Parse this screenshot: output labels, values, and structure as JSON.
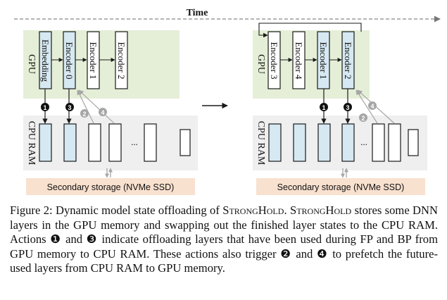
{
  "timeline": {
    "label": "Time"
  },
  "colors": {
    "gpu_bg": "#e5efd7",
    "cpu_bg": "#efefef",
    "storage_bg": "#f9e1cf",
    "layer_blue": "#d6e8f1",
    "layer_stroke": "#1a1a1a",
    "prefetch_gray": "#a6a6a6",
    "timeline_gray": "#888888"
  },
  "left_panel": {
    "gpu_label": "GPU",
    "cpu_label": "CPU RAM",
    "storage_label": "Secondary storage (NVMe SSD)",
    "gpu_layers": [
      "Embedding",
      "Encoder 0",
      "Encoder 1",
      "Encoder 2"
    ],
    "markers": [
      "❶",
      "❸",
      "❷",
      "❹"
    ],
    "ellipsis": "..."
  },
  "right_panel": {
    "gpu_label": "GPU",
    "cpu_label": "CPU RAM",
    "storage_label": "Secondary storage (NVMe SSD)",
    "gpu_layers": [
      "Encoder 3",
      "Encoder 4",
      "Encoder 1",
      "Encoder 2"
    ],
    "markers": [
      "❶",
      "❸",
      "❷",
      "❹"
    ],
    "ellipsis": "..."
  },
  "caption": {
    "p1": "Figure 2: Dynamic model state offloading of ",
    "name1": "StrongHold",
    "p2": ". ",
    "name2": "StrongHold",
    "p3": " stores some DNN layers in the GPU memory and swapping out the finished layer states to the CPU RAM. Actions ❶ and ❸ indicate offloading layers that have been used during FP and BP from GPU memory to CPU RAM. These actions also trigger ❷ and ❹ to prefetch the future-used layers from CPU RAM to GPU memory."
  }
}
